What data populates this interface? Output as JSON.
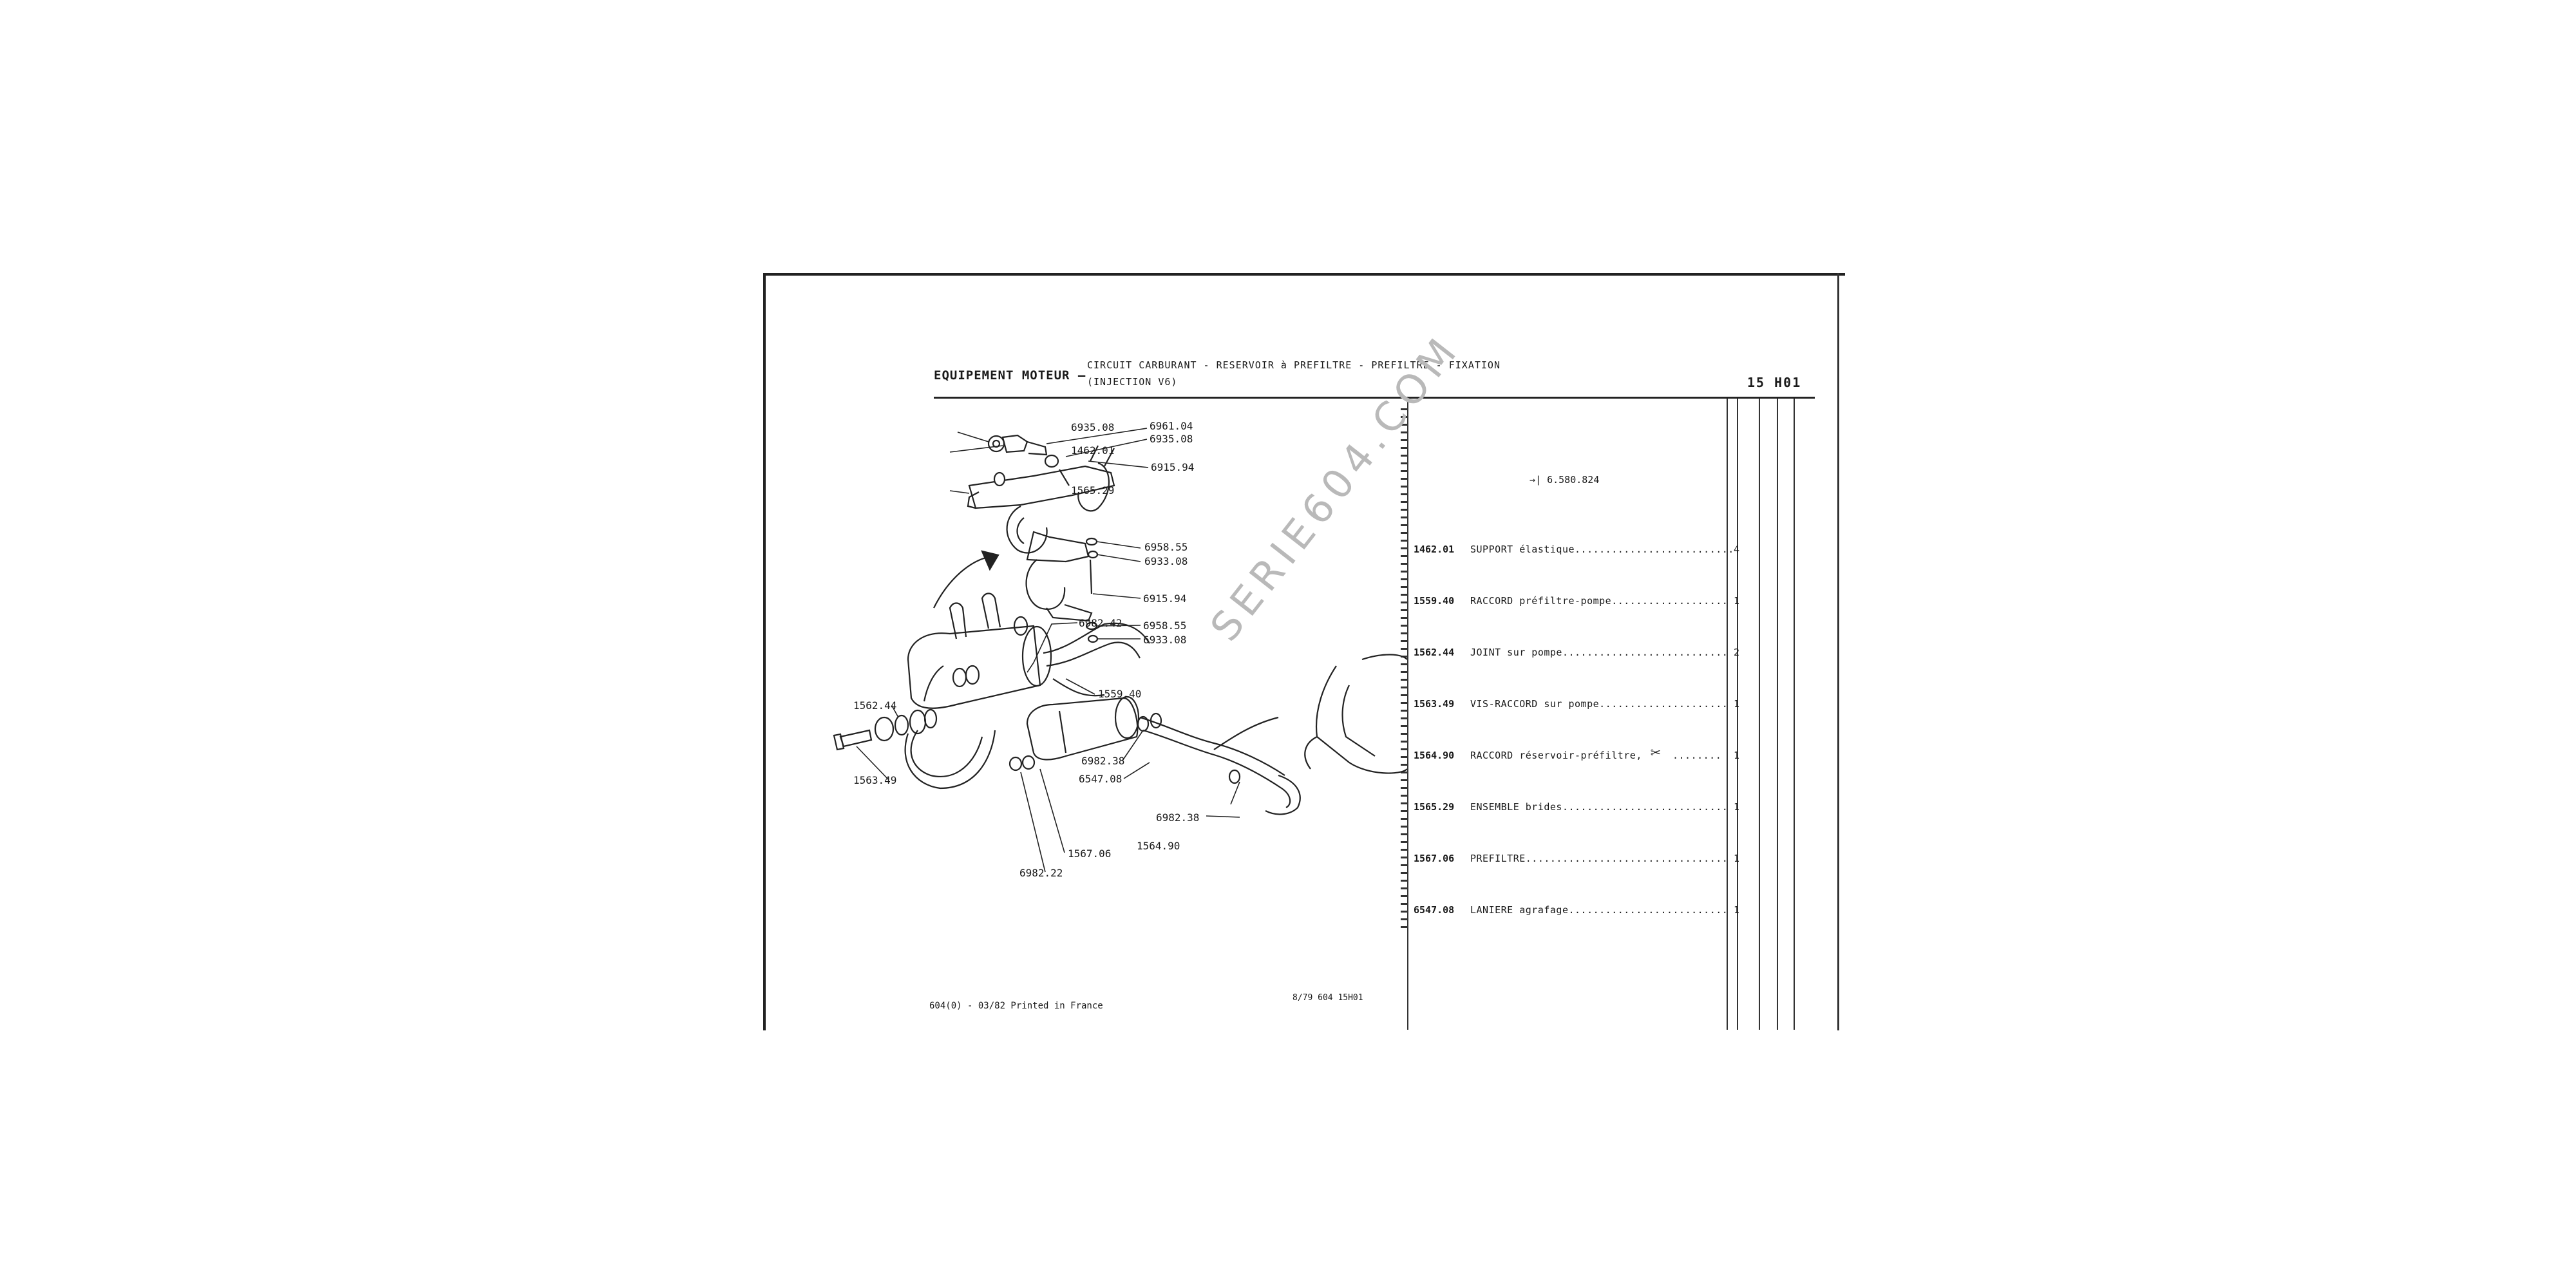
{
  "header": {
    "main": "EQUIPEMENT MOTEUR –",
    "sub1": "CIRCUIT CARBURANT - RESERVOIR à PREFILTRE - PREFILTRE - FIXATION",
    "sub2": "(INJECTION V6)",
    "code": "15 H01"
  },
  "serial_ref": "6.580.824",
  "watermark": "SERIE604.COM",
  "diagram_refs": [
    "6935.08",
    "1462.01",
    "6961.04",
    "6935.08",
    "6915.94",
    "1565.29",
    "6958.55",
    "6933.08",
    "6915.94",
    "6958.55",
    "6933.08",
    "6982.42",
    "1562.44",
    "1559.40",
    "1563.49",
    "6982.38",
    "6547.08",
    "6982.38",
    "1567.06",
    "1564.90",
    "6982.22"
  ],
  "parts": [
    {
      "code": "1462.01",
      "desc": "SUPPORT élastique..........................",
      "qty": "4"
    },
    {
      "code": "1559.40",
      "desc": "RACCORD préfiltre-pompe...................",
      "qty": "1"
    },
    {
      "code": "1562.44",
      "desc": "JOINT sur pompe...........................",
      "qty": "2"
    },
    {
      "code": "1563.49",
      "desc": "VIS-RACCORD sur pompe.....................",
      "qty": "1"
    },
    {
      "code": "1564.90",
      "desc": "RACCORD réservoir-préfiltre,",
      "desc_tail": "........",
      "qty": "1"
    },
    {
      "code": "1565.29",
      "desc": "ENSEMBLE brides...........................",
      "qty": "1"
    },
    {
      "code": "1567.06",
      "desc": "PREFILTRE.................................",
      "qty": "1"
    },
    {
      "code": "6547.08",
      "desc": "LANIERE agrafage..........................",
      "qty": "1"
    }
  ],
  "footer": {
    "left": "604(0) - 03/82 Printed in France",
    "right": "8/79  604 15H01"
  }
}
